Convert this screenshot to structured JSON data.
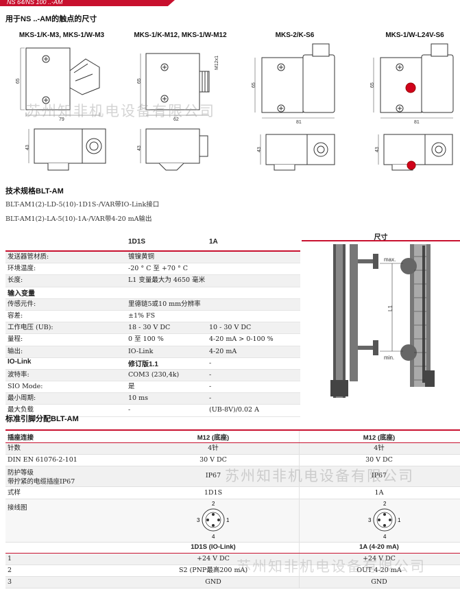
{
  "banner": {
    "text": "NS 64/NS 100 ..-AM"
  },
  "contacts_title": "用于NS ..-AM的触点的尺寸",
  "drawings": [
    {
      "label": "MKS-1/K-M3, MKS-1/W-M3",
      "dims": [
        "65",
        "79",
        "43"
      ]
    },
    {
      "label": "MKS-1/K-M12, MKS-1/W-M12",
      "dims": [
        "65",
        "62",
        "43",
        "M12x1"
      ]
    },
    {
      "label": "MKS-2/K-S6",
      "dims": [
        "65",
        "81",
        "43"
      ]
    },
    {
      "label": "MKS-1/W-L24V-S6",
      "dims": [
        "65",
        "81",
        "43"
      ]
    }
  ],
  "tech_title": "技术规格BLT-AM",
  "tech_lines": [
    "BLT-AM1(2)-LD-5(10)-1D1S-/VAR带IO-Link接口",
    "BLT-AM1(2)-LA-5(10)-1A-/VAR带4-20 mA输出"
  ],
  "spec_table": {
    "headers": [
      "",
      "1D1S",
      "1A"
    ],
    "rows": [
      {
        "label": "发送器管材质:",
        "v1": "镀镍黄铜",
        "v2": ""
      },
      {
        "label": "环境温度:",
        "v1": "-20 ° C 至 +70 ° C",
        "v2": ""
      },
      {
        "label": "长度:",
        "v1": "L1 变量最大为 4650 毫米",
        "v2": ""
      },
      {
        "label": "输入变量",
        "v1": "",
        "v2": "",
        "bold": true
      },
      {
        "label": "传感元件:",
        "v1": "里德链5或10 mm分辨率",
        "v2": ""
      },
      {
        "label": "容差:",
        "v1": "±1% FS",
        "v2": ""
      },
      {
        "label": "工作电压 (UB):",
        "v1": "18 - 30 V DC",
        "v2": "10 - 30 V DC"
      },
      {
        "label": "量程:",
        "v1": "0 至 100 %",
        "v2": "4-20 mA > 0-100 %"
      },
      {
        "label": "输出:",
        "v1": "IO-Link",
        "v2": "4-20 mA"
      },
      {
        "label": "IO-Link",
        "v1": "修订版1.1",
        "v2": "-",
        "bold": true
      },
      {
        "label": "波特率:",
        "v1": "COM3 (230,4k)",
        "v2": "-"
      },
      {
        "label": "SIO Mode:",
        "v1": "是",
        "v2": "-"
      },
      {
        "label": "最小周期:",
        "v1": "10 ms",
        "v2": "-"
      },
      {
        "label": "最大负载",
        "v1": "-",
        "v2": "(UB-8V)/0.02 A"
      }
    ]
  },
  "dimensions_title": "尺寸",
  "dim_labels": {
    "max": "max.",
    "min": "min.",
    "l1": "L1"
  },
  "pin_title": "标准引脚分配BLT-AM",
  "pin_table": {
    "header": {
      "label": "插座连接",
      "m": "M12 (底座)",
      "r": "M12 (底座)"
    },
    "rows": [
      {
        "label": "针数",
        "m": "4针",
        "r": "4针"
      },
      {
        "label": "DIN EN 61076-2-101",
        "m": "30 V DC",
        "r": "30 V DC"
      },
      {
        "label": "防护等级",
        "label2": "带拧紧的电缆插座IP67",
        "m": "IP67",
        "r": "IP67"
      },
      {
        "label": "式样",
        "m": "1D1S",
        "r": "1A"
      }
    ],
    "wiring_label": "接线图",
    "pins": [
      "1",
      "2",
      "3",
      "4"
    ],
    "sub_header": {
      "m": "1D1S (IO-Link)",
      "r": "1A (4-20 mA)"
    },
    "pin_rows": [
      {
        "label": "1",
        "m": "+24 V DC",
        "r": "+24 V DC"
      },
      {
        "label": "2",
        "m": "S2 (PNP最高200 mA)",
        "r": "OUT 4-20 mA"
      },
      {
        "label": "3",
        "m": "GND",
        "r": "GND"
      }
    ]
  },
  "watermark": "苏州知非机电设备有限公司",
  "colors": {
    "accent": "#c8102e",
    "red_dot": "#d0021b"
  }
}
